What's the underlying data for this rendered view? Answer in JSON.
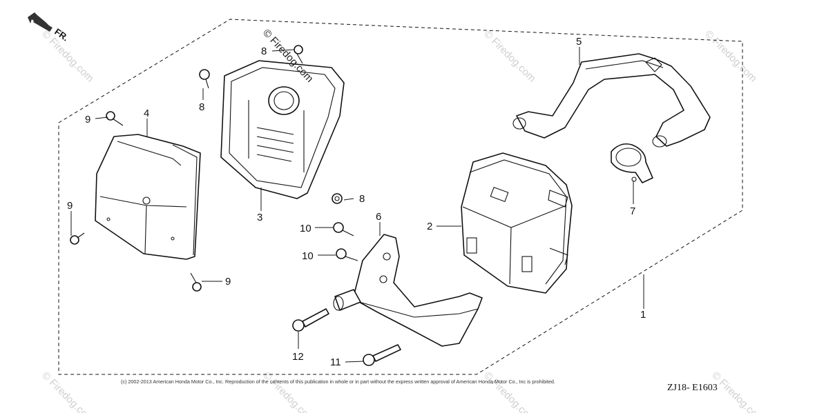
{
  "direction_marker": {
    "label": "FR.",
    "icon": "front-direction-arrow-icon"
  },
  "callouts": [
    {
      "id": "c1",
      "label": "1"
    },
    {
      "id": "c2",
      "label": "2"
    },
    {
      "id": "c3",
      "label": "3"
    },
    {
      "id": "c4",
      "label": "4"
    },
    {
      "id": "c5",
      "label": "5"
    },
    {
      "id": "c6",
      "label": "6"
    },
    {
      "id": "c7",
      "label": "7"
    },
    {
      "id": "c8a",
      "label": "8"
    },
    {
      "id": "c8b",
      "label": "8"
    },
    {
      "id": "c8c",
      "label": "8"
    },
    {
      "id": "c9a",
      "label": "9"
    },
    {
      "id": "c9b",
      "label": "9"
    },
    {
      "id": "c9c",
      "label": "9"
    },
    {
      "id": "c10a",
      "label": "10"
    },
    {
      "id": "c10b",
      "label": "10"
    },
    {
      "id": "c11",
      "label": "11"
    },
    {
      "id": "c12",
      "label": "12"
    }
  ],
  "watermark": {
    "text": "© Firedog.com"
  },
  "copyright": "(c) 2002-2013 American Honda Motor Co., Inc. Reproduction of the contents of this publication in whole or in part without the express written approval of American Honda Motor Co., Inc is prohibited.",
  "diagram_code": "ZJ18- E1603"
}
